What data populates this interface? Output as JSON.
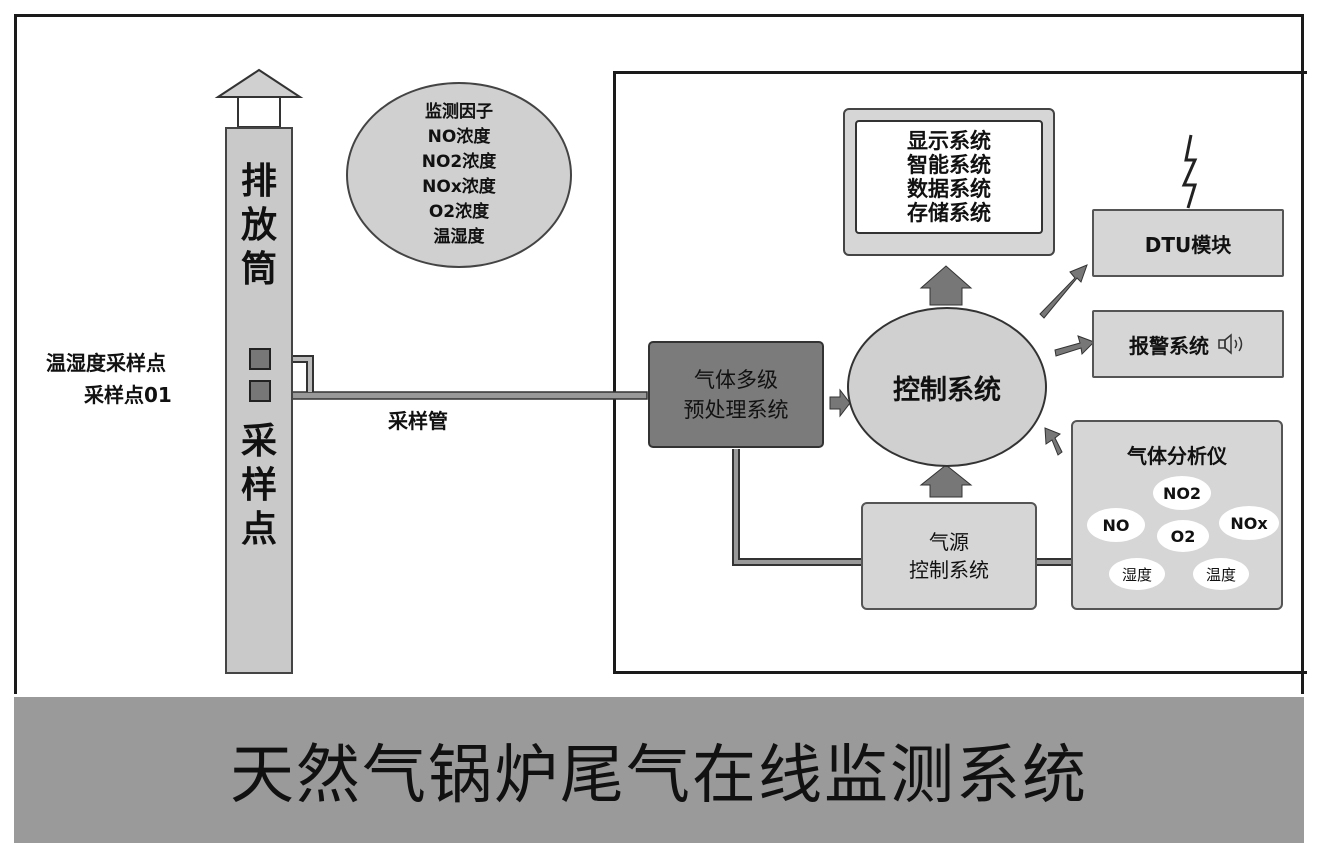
{
  "stack": {
    "label_top": [
      "排",
      "放",
      "筒"
    ],
    "label_bottom": [
      "采",
      "样",
      "点"
    ]
  },
  "points": {
    "temp_humidity": "温湿度采样点",
    "sample01": "采样点01"
  },
  "pipe_label": "采样管",
  "factors": {
    "title": "监测因子",
    "items": [
      "NO浓度",
      "NO2浓度",
      "NOx浓度",
      "O2浓度",
      "温湿度"
    ]
  },
  "pretreat": [
    "气体多级",
    "预处理系统"
  ],
  "control": "控制系统",
  "display": [
    "显示系统",
    "智能系统",
    "数据系统",
    "存储系统"
  ],
  "dtu": "DTU模块",
  "alarm": "报警系统",
  "gas_source": [
    "气源",
    "控制系统"
  ],
  "analyzer": {
    "title": "气体分析仪",
    "items": [
      "NO2",
      "NO",
      "O2",
      "NOx",
      "湿度",
      "温度"
    ]
  },
  "footer_title": "天然气锅炉尾气在线监测系统",
  "icons": {
    "speaker": "speaker-icon",
    "antenna": "lightning-antenna-icon"
  }
}
